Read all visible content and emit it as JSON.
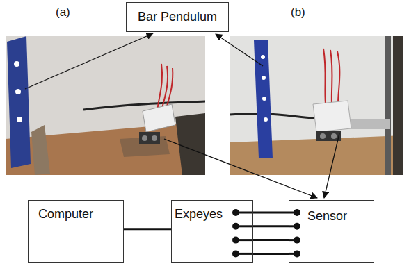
{
  "diagram": {
    "nodes": [
      {
        "text": [
          "Bar Pendulum"
        ]
      },
      {
        "text": [
          "Computer"
        ]
      },
      {
        "text": [
          "Expeyes"
        ]
      },
      {
        "text": [
          "Sensor"
        ]
      }
    ],
    "edges": [
      {
        "from": 1,
        "to": 2,
        "arrow": "none"
      },
      {
        "from": 2,
        "to": 3,
        "arrow": "none"
      },
      {
        "from": 2,
        "to": 3,
        "arrow": "none"
      },
      {
        "from": 2,
        "to": 3,
        "arrow": "none"
      },
      {
        "from": 2,
        "to": 3,
        "arrow": "none"
      }
    ],
    "labels": [
      "(a)",
      "(b)"
    ]
  }
}
